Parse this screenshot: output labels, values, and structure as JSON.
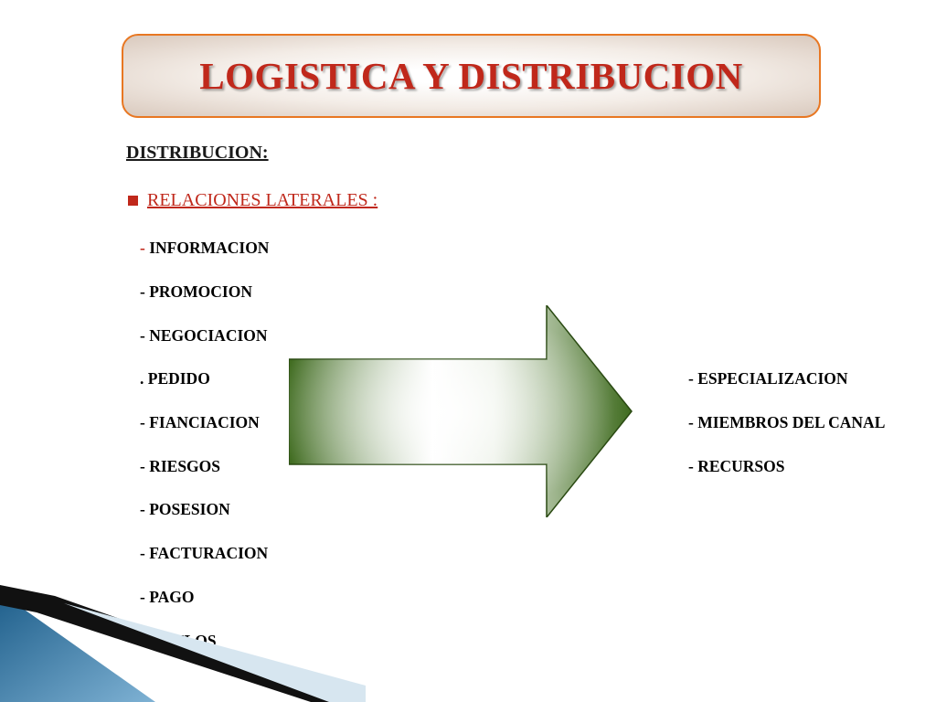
{
  "title": "LOGISTICA Y DISTRIBUCION",
  "heading": "DISTRIBUCION:",
  "bullet_label": "RELACIONES LATERALES :",
  "left_items": [
    {
      "dash": "- ",
      "text": "INFORMACION"
    },
    {
      "dash": "",
      "text": "- PROMOCION"
    },
    {
      "dash": "",
      "text": "- NEGOCIACION"
    },
    {
      "dash": "",
      "text": ". PEDIDO"
    },
    {
      "dash": "",
      "text": "- FIANCIACION"
    },
    {
      "dash": "",
      "text": "- RIESGOS"
    },
    {
      "dash": "",
      "text": "- POSESION"
    },
    {
      "dash": "",
      "text": "- FACTURACION"
    },
    {
      "dash": "",
      "text": "- PAGO"
    },
    {
      "dash": "",
      "text": "-TITULOS"
    }
  ],
  "right_items": [
    "- ESPECIALIZACION",
    "- MIEMBROS DEL CANAL",
    "- RECURSOS"
  ],
  "colors": {
    "title_red": "#c0281b",
    "title_border": "#e87722",
    "arrow_green": "#3f6b1f"
  }
}
